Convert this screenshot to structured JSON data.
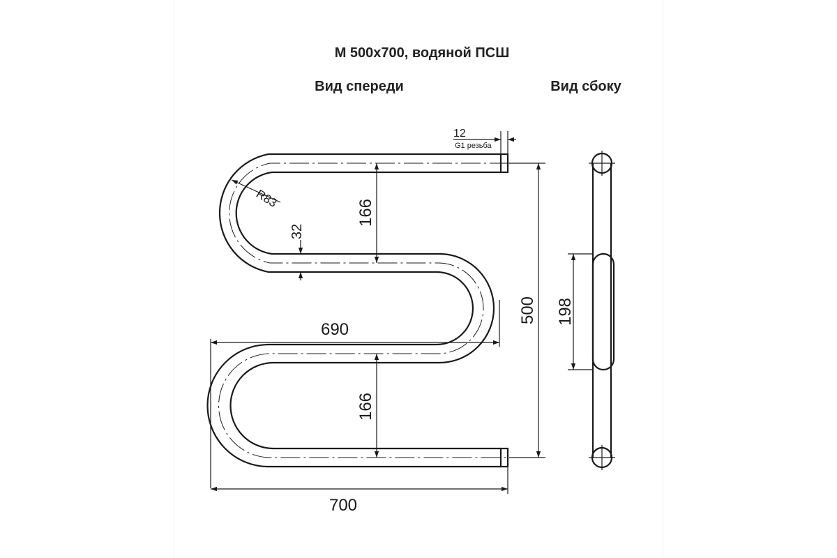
{
  "title": "М 500х700, водяной ПСШ",
  "view_front": "Вид спереди",
  "view_side": "Вид сбоку",
  "dims": {
    "thread_12": "12",
    "thread_label": "G1 резьба",
    "radius": "R83",
    "pipe_offset": "32",
    "gap_top": "166",
    "gap_bottom": "166",
    "width_690": "690",
    "height_500": "500",
    "side_198": "198",
    "width_700": "700"
  }
}
